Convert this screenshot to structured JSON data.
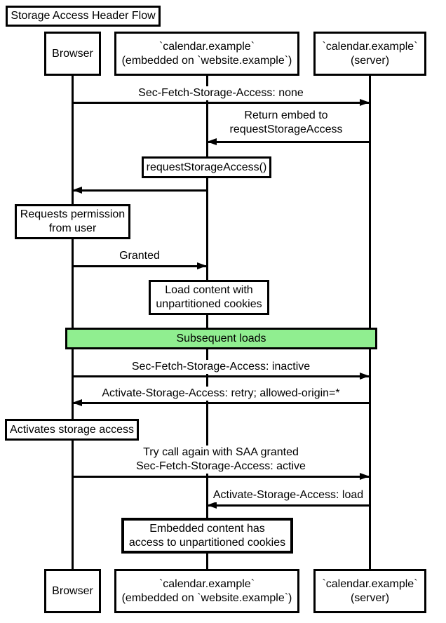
{
  "title": "Storage Access Header Flow",
  "colors": {
    "background": "#ffffff",
    "line": "#000000",
    "box_fill": "#ffffff",
    "band_fill": "#90ee90"
  },
  "actors": {
    "browser": {
      "label": "Browser"
    },
    "embedded": {
      "line1": "`calendar.example`",
      "line2": "(embedded on `website.example`)"
    },
    "server": {
      "line1": "`calendar.example`",
      "line2": "(server)"
    }
  },
  "messages": [
    {
      "from": "browser",
      "to": "server",
      "label": "Sec-Fetch-Storage-Access: none"
    },
    {
      "from": "server",
      "to": "embedded",
      "line1": "Return embed to",
      "line2": "requestStorageAccess"
    },
    {
      "from": "embedded",
      "to": "browser"
    },
    {
      "from": "browser",
      "to": "embedded",
      "label": "Granted"
    },
    {
      "from": "browser",
      "to": "server",
      "label": "Sec-Fetch-Storage-Access: inactive"
    },
    {
      "from": "server",
      "to": "browser",
      "label": "Activate-Storage-Access: retry; allowed-origin=*"
    },
    {
      "from": "browser",
      "to": "server",
      "line1": "Try call again with SAA granted",
      "line2": "Sec-Fetch-Storage-Access: active"
    },
    {
      "from": "server",
      "to": "embedded",
      "label": "Activate-Storage-Access: load"
    }
  ],
  "notes": [
    {
      "over": "embedded",
      "text": "requestStorageAccess()"
    },
    {
      "over": "browser",
      "line1": "Requests permission",
      "line2": "from user"
    },
    {
      "over": "embedded",
      "line1": "Load content with",
      "line2": "unpartitioned cookies"
    },
    {
      "over": "browser",
      "text": "Activates storage access"
    },
    {
      "over": "embedded",
      "line1": "Embedded content has",
      "line2": "access to unpartitioned cookies"
    }
  ],
  "band": {
    "label": "Subsequent loads"
  }
}
